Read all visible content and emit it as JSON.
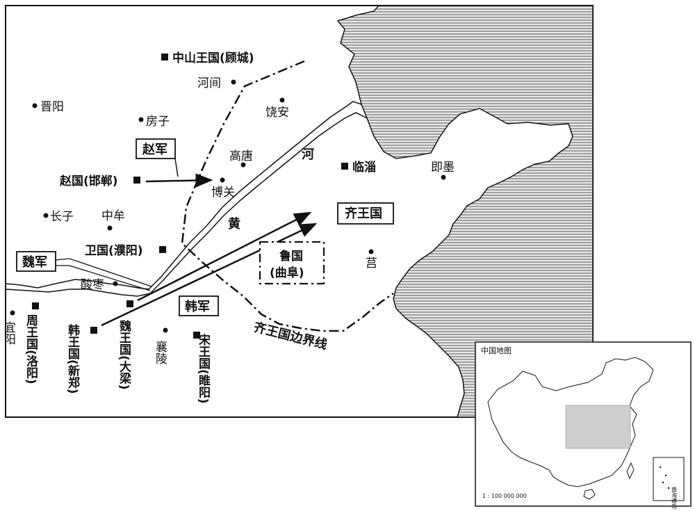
{
  "places": {
    "zhongshan": "中山王国(顾城)",
    "hejian": "河间",
    "jinyang": "晋阳",
    "raoan": "饶安",
    "fangzi": "房子",
    "gaotang": "高唐",
    "zhao_capital": "赵国(邯郸)",
    "boguan": "博关",
    "linzi": "临淄",
    "jimo": "即墨",
    "changzi": "长子",
    "zhongmou": "中牟",
    "qi_state": "齐王国",
    "wei_state_puyang": "卫国(濮阳)",
    "lu_line1": "鲁国",
    "lu_line2": "(曲阜)",
    "ju": "莒",
    "suanzao": "酸枣",
    "yiyang": "宜阳",
    "zhou_state": "周王国(洛阳)",
    "han_state": "韩王国(新郑)",
    "wei_state_daliang": "魏王国(大梁)",
    "xiangling": "襄陵",
    "song_state": "宋王国(睢阳)"
  },
  "armies": {
    "zhao": "赵军",
    "wei": "魏军",
    "han": "韩军"
  },
  "river": {
    "char1": "河",
    "char2": "黄"
  },
  "boundary_label": "齐王国边界线",
  "inset": {
    "title": "中国地图",
    "scale": "1 : 100 000 000",
    "south_sea": "南海诸岛"
  }
}
